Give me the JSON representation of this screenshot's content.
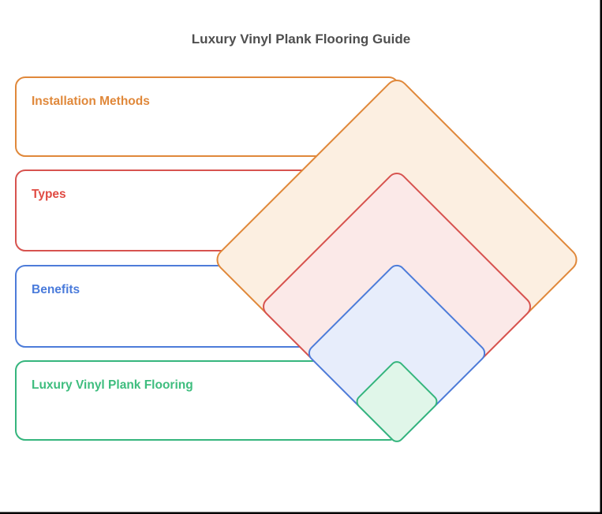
{
  "page": {
    "background_color": "#ffffff",
    "frame_right_color": "#000000",
    "frame_bottom_color": "#000000"
  },
  "title": {
    "text": "Luxury Vinyl Plank Flooring Guide",
    "color": "#4f4f4f"
  },
  "levels": [
    {
      "label": "Installation Methods",
      "text_color": "#e0883a",
      "border_color": "#e0883a",
      "diamond_fill": "#fcefe1",
      "box_fill": "#ffffff"
    },
    {
      "label": "Types",
      "text_color": "#e04b43",
      "border_color": "#d7534f",
      "diamond_fill": "#fbe9e8",
      "box_fill": "#ffffff"
    },
    {
      "label": "Benefits",
      "text_color": "#4a7bdb",
      "border_color": "#4d7cd9",
      "diamond_fill": "#e7edfb",
      "box_fill": "#ffffff"
    },
    {
      "label": "Luxury Vinyl Plank Flooring",
      "text_color": "#3ebd7e",
      "border_color": "#35b57d",
      "diamond_fill": "#e0f6e9",
      "box_fill": "#ffffff"
    }
  ]
}
